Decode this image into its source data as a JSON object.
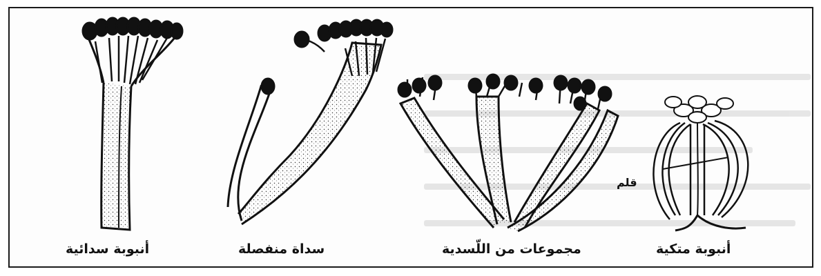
{
  "figure": {
    "captions": [
      "أنبوبة سدائية",
      "سداة منفصلة",
      "مجموعات من اللّسدية",
      "أنبوبة متكية"
    ],
    "callout_label": "قلم"
  }
}
